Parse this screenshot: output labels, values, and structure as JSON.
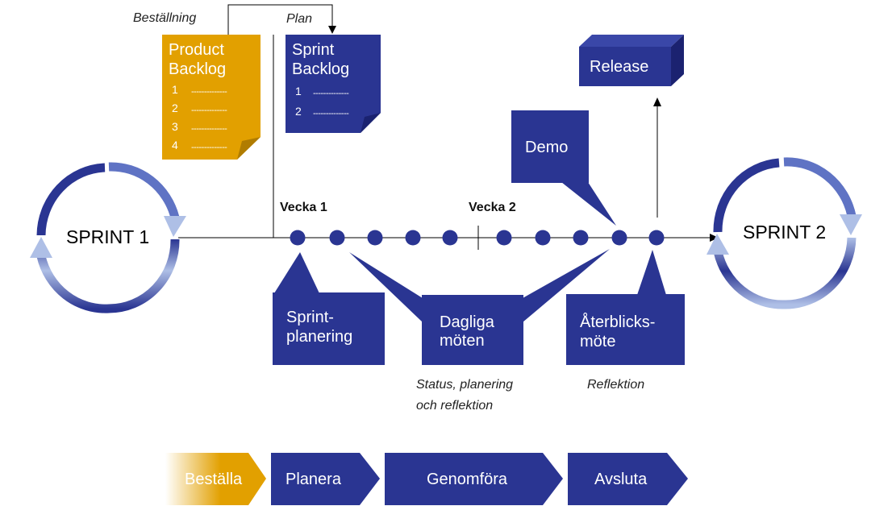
{
  "colors": {
    "navy": "#2a3592",
    "gold": "#e2a000",
    "line": "#000000",
    "cycle_light": "#9db3e0"
  },
  "backlog": {
    "order_label": "Beställning",
    "plan_label": "Plan",
    "product_title_1": "Product",
    "product_title_2": "Backlog",
    "product_items": [
      {
        "n": "1",
        "dash": "--------------"
      },
      {
        "n": "2",
        "dash": "--------------"
      },
      {
        "n": "3",
        "dash": "--------------"
      },
      {
        "n": "4",
        "dash": "--------------"
      }
    ],
    "sprint_title_1": "Sprint",
    "sprint_title_2": "Backlog",
    "sprint_items": [
      {
        "n": "1",
        "dash": "--------------"
      },
      {
        "n": "2",
        "dash": "--------------"
      }
    ]
  },
  "release_label": "Release",
  "demo_label": "Demo",
  "timeline": {
    "week1": "Vecka 1",
    "week2": "Vecka 2",
    "day_count": 10
  },
  "sprint1": "SPRINT 1",
  "sprint2": "SPRINT 2",
  "callouts": {
    "planning_1": "Sprint-",
    "planning_2": "planering",
    "daily_1": "Dagliga",
    "daily_2": "möten",
    "retro_1": "Återblicks-",
    "retro_2": "möte"
  },
  "notes": {
    "daily_1": "Status, planering",
    "daily_2": "och reflektion",
    "retro": "Reflektion"
  },
  "phases": [
    "Beställa",
    "Planera",
    "Genomföra",
    "Avsluta"
  ]
}
